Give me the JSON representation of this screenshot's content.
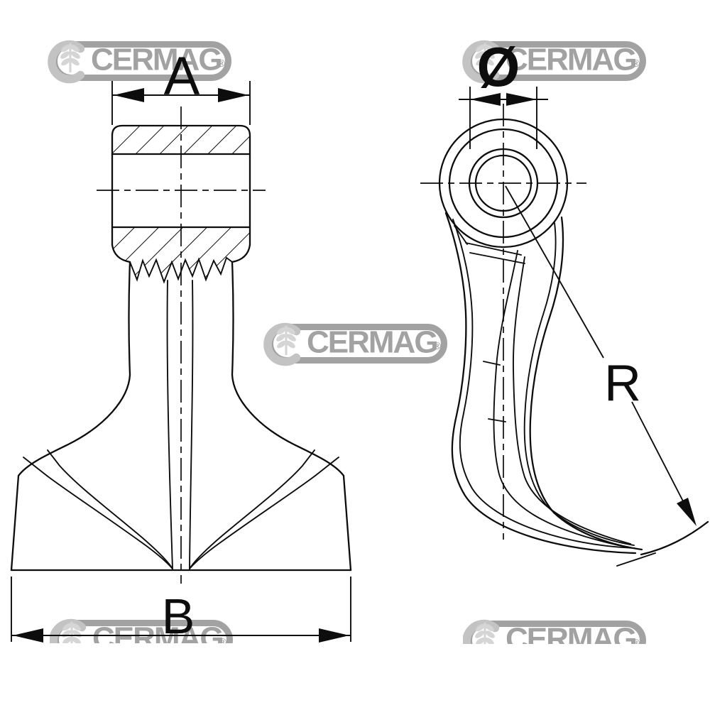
{
  "brand": {
    "name": "CERMAG",
    "registered": "®"
  },
  "theme": {
    "ink": "#0d0d0d",
    "background": "#ffffff",
    "watermark_ring": "#a2a2a2",
    "watermark_text": "#a2a2a2",
    "watermark_wrench": "#c3c3c3",
    "watermark_wheat": "#d5d5d5"
  },
  "front_view": {
    "width_label": "A",
    "base_label": "B"
  },
  "side_view": {
    "bore_label": "Ø",
    "radius_label": "R"
  }
}
